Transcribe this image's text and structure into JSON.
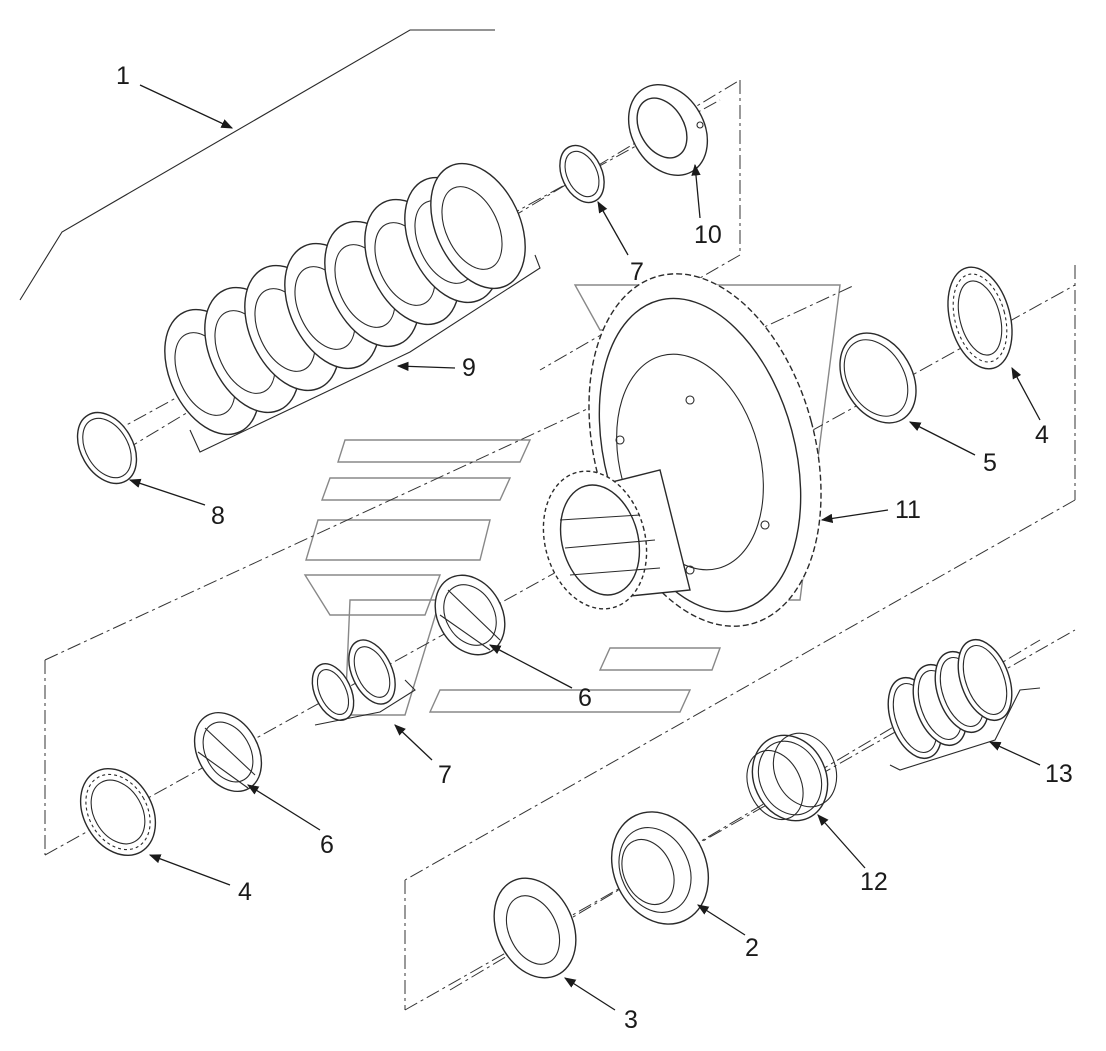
{
  "callouts": {
    "c1": "1",
    "c2": "2",
    "c3": "3",
    "c4a": "4",
    "c4b": "4",
    "c5": "5",
    "c6a": "6",
    "c6b": "6",
    "c7a": "7",
    "c7b": "7",
    "c8": "8",
    "c9": "9",
    "c10": "10",
    "c11": "11",
    "c12": "12",
    "c13": "13"
  }
}
